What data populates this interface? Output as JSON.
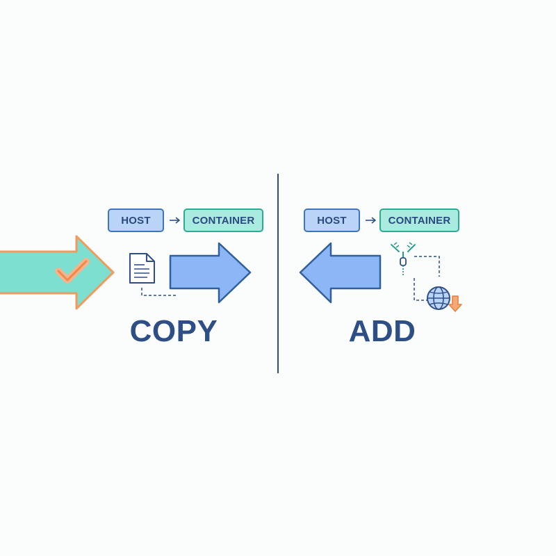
{
  "copy_panel": {
    "source_label": "HOST",
    "dest_label": "CONTAINER",
    "title": "COPY",
    "icons": [
      "check-icon",
      "document-icon"
    ]
  },
  "add_panel": {
    "source_label": "HOST",
    "dest_label": "CONTAINER",
    "title": "ADD",
    "icons": [
      "zip-archive-icon",
      "globe-download-icon"
    ]
  },
  "colors": {
    "host_fill": "#b9d4f7",
    "host_border": "#3f74bd",
    "container_fill": "#a9ebde",
    "container_border": "#2fa994",
    "title_text": "#2d4f86",
    "teal_arrow": "#7ddfcf",
    "orange_accent": "#f29a5c",
    "blue_arrow": "#8cb6f5"
  }
}
